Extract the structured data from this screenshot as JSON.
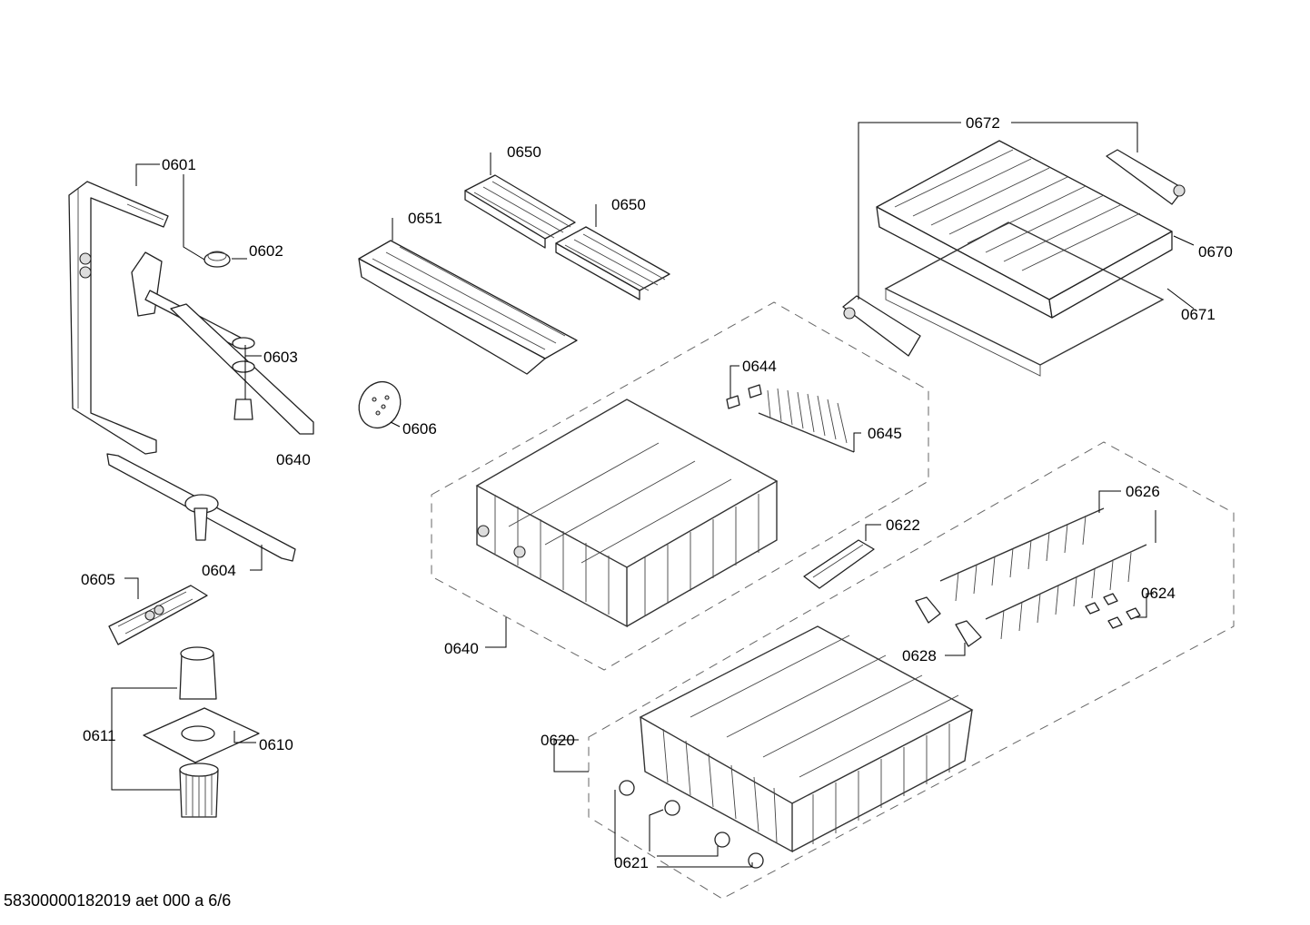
{
  "labels": {
    "l0601": "0601",
    "l0602": "0602",
    "l0603": "0603",
    "l0640a": "0640",
    "l0604": "0604",
    "l0605": "0605",
    "l0611": "0611",
    "l0610": "0610",
    "l0650a": "0650",
    "l0650b": "0650",
    "l0651": "0651",
    "l0606": "0606",
    "l0644": "0644",
    "l0645": "0645",
    "l0640b": "0640",
    "l0622": "0622",
    "l0672": "0672",
    "l0670": "0670",
    "l0671": "0671",
    "l0626": "0626",
    "l0624": "0624",
    "l0628": "0628",
    "l0620": "0620",
    "l0621": "0621"
  },
  "footer": {
    "code": "58300000182019 aet 000 a 6/6"
  }
}
